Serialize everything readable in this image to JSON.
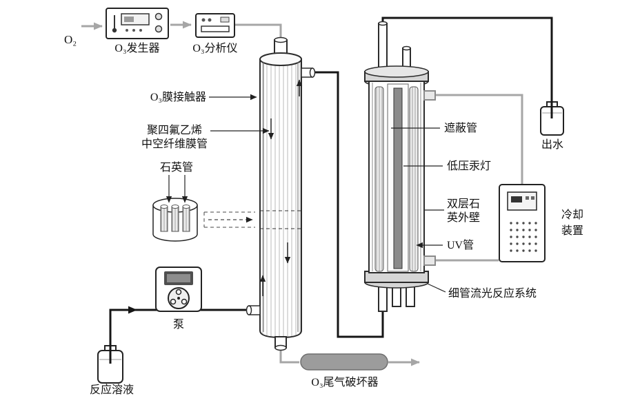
{
  "labels": {
    "o2": "O₂",
    "generator": "O₃发生器",
    "analyzer": "O₃分析仪",
    "contactor": "O₃膜接触器",
    "ptfe1": "聚四氟乙烯",
    "ptfe2": "中空纤维膜管",
    "quartz": "石英管",
    "pump": "泵",
    "solution": "反应溶液",
    "destructor": "O₃尾气破坏器",
    "shield": "遮蔽管",
    "lamp": "低压汞灯",
    "wall1": "双层石",
    "wall2": "英外壁",
    "uv": "UV管",
    "system": "细管流光反应系统",
    "cooler1": "冷却",
    "cooler2": "装置",
    "outflow": "出水"
  },
  "colors": {
    "flow_gray": "#a6a6a6",
    "flow_black": "#161616",
    "outline": "#222222",
    "flange_fill": "#d6d6d6",
    "lamp_fill": "#8a8a8a",
    "destructor_fill": "#9c9c9c"
  }
}
